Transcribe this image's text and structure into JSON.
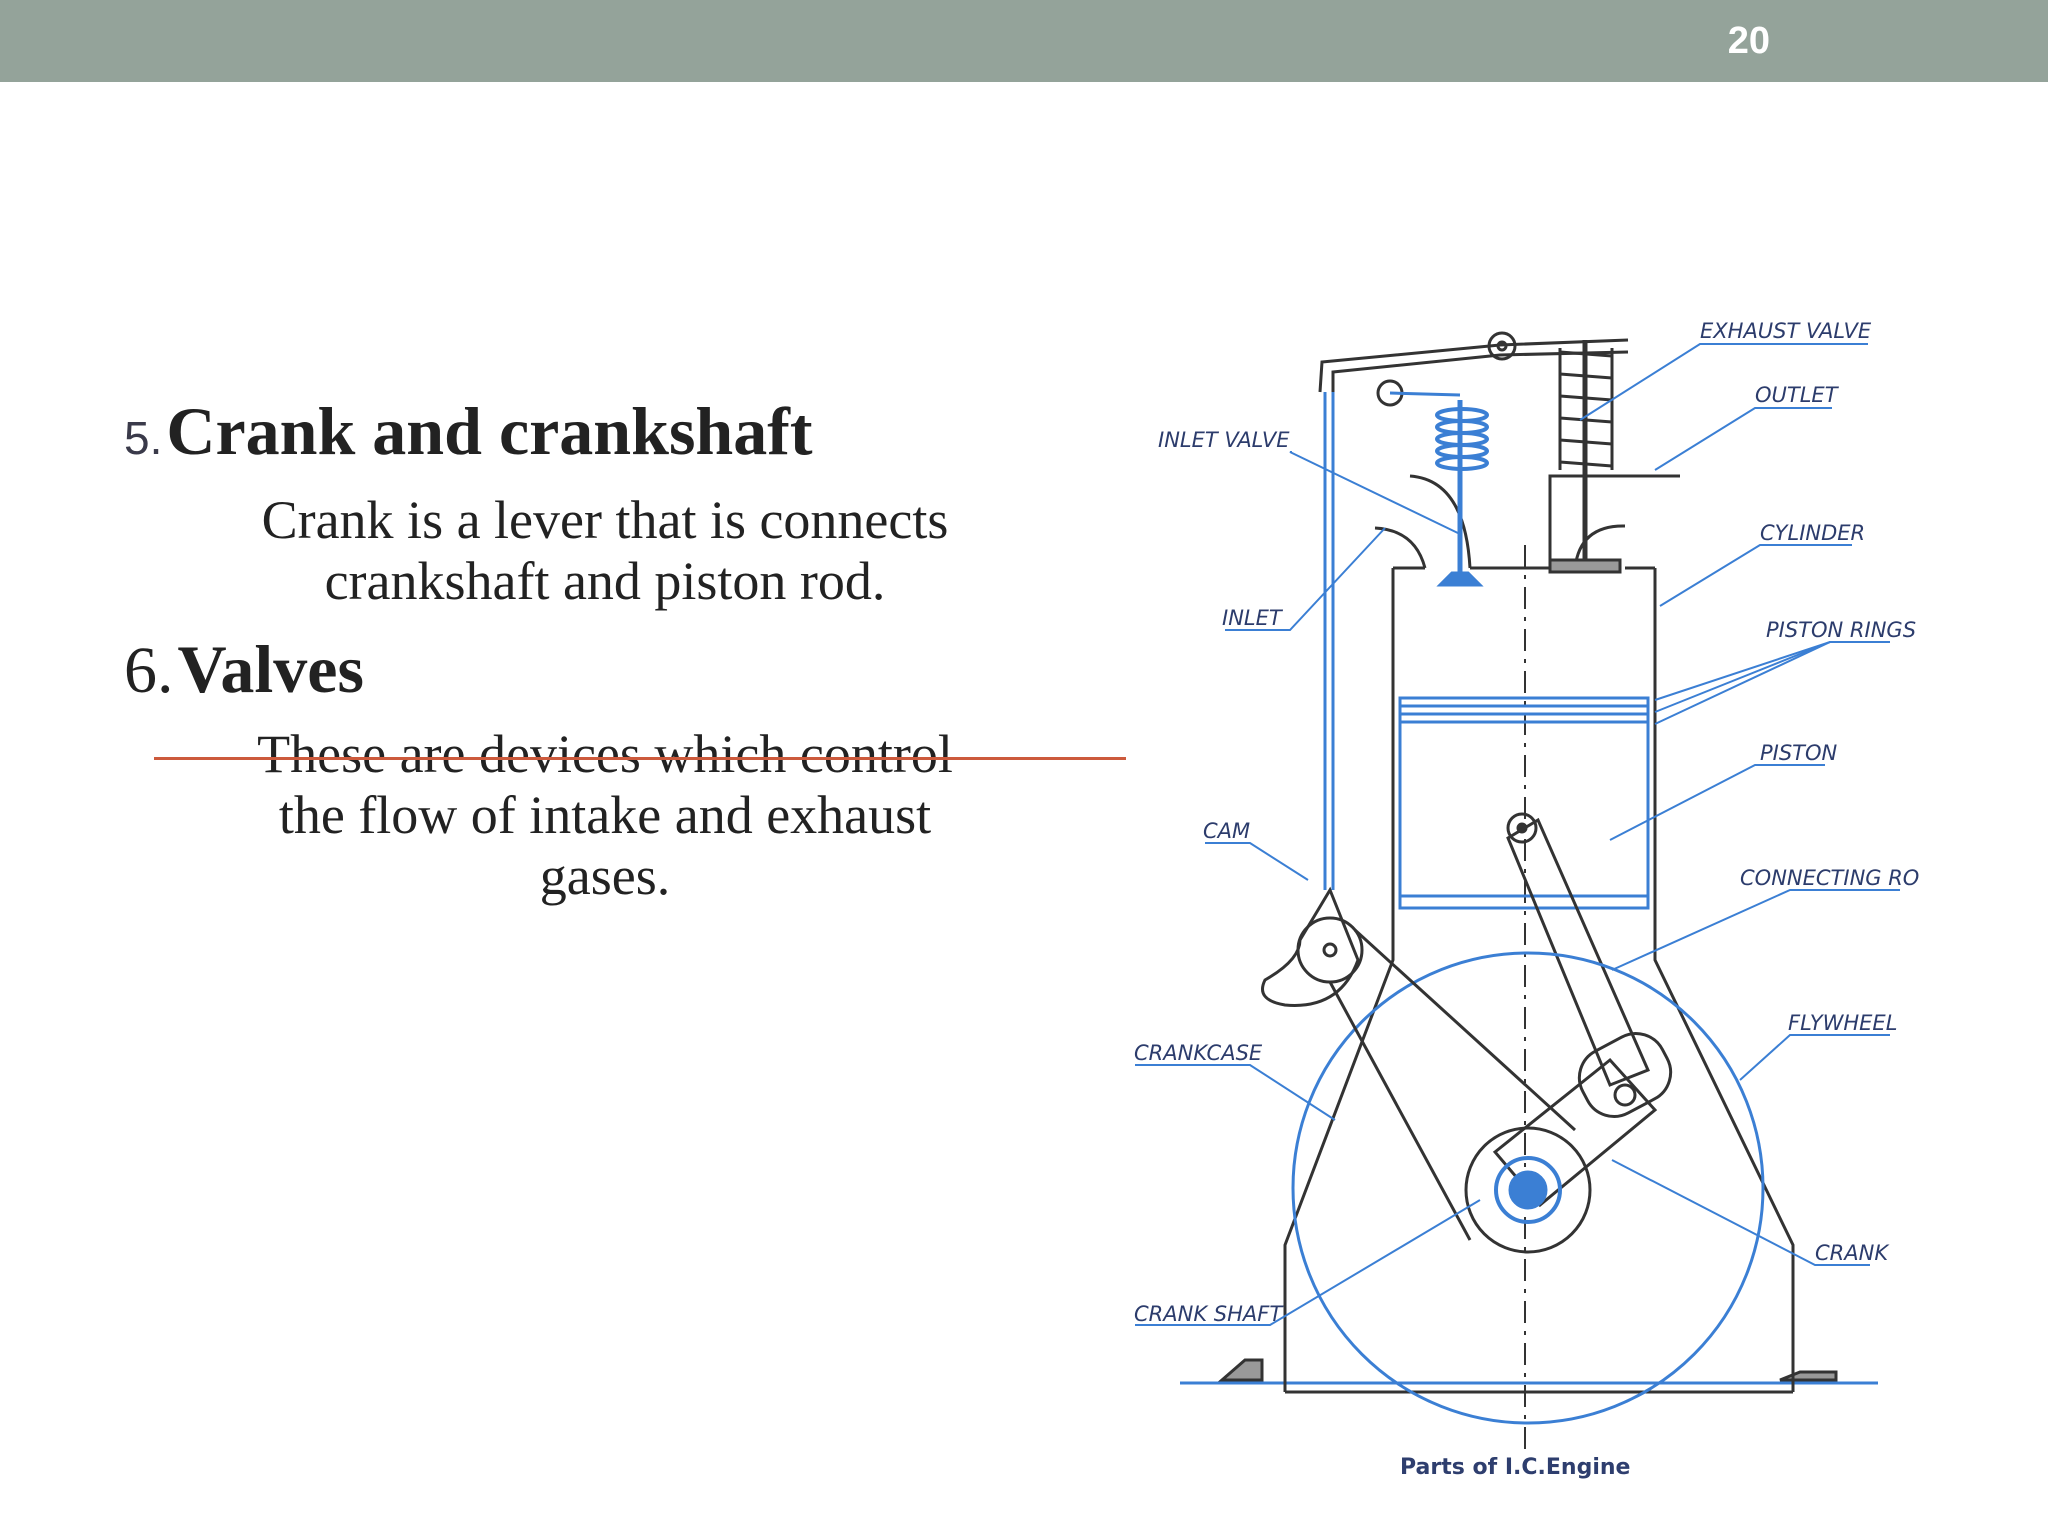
{
  "slide": {
    "page_number": "20"
  },
  "sections": [
    {
      "number": "5.",
      "title": "Crank and crankshaft",
      "body": [
        "Crank is a lever that is connects",
        "crankshaft and piston rod."
      ]
    },
    {
      "number": "6.",
      "title": "Valves",
      "body": [
        "These are devices which control",
        "the flow of intake and exhaust",
        "gases."
      ]
    }
  ],
  "diagram": {
    "labels": {
      "exhaust_valve": "EXHAUST VALVE",
      "outlet": "OUTLET",
      "inlet_valve": "INLET VALVE",
      "cylinder": "CYLINDER",
      "inlet": "INLET",
      "piston_rings": "PISTON RINGS",
      "piston": "PISTON",
      "cam": "CAM",
      "connecting_rod": "CONNECTING ROD",
      "flywheel": "FLYWHEEL",
      "crankcase": "CRANKCASE",
      "crank": "CRANK",
      "crank_shaft": "CRANK SHAFT"
    },
    "caption": "Parts of I.C.Engine"
  },
  "colors": {
    "topbar": "#94a39a",
    "strike_line": "#cc5a3c",
    "diagram_blue": "#3b7fd4",
    "diagram_line": "#333333"
  }
}
